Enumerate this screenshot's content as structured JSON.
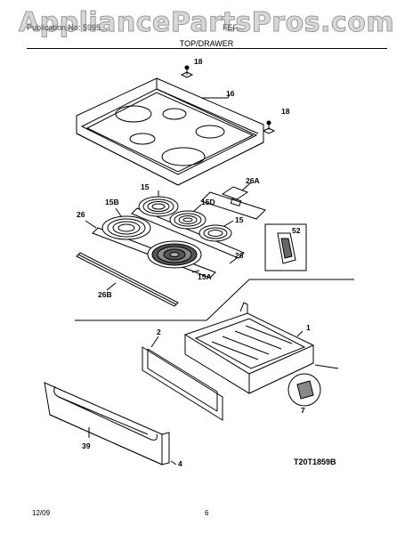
{
  "watermark": "AppliancePartsPros.com",
  "header": {
    "left": "Publication No: 5995...",
    "right": "FEF..."
  },
  "section_title": "TOP/DRAWER",
  "callouts": {
    "c18a": "18",
    "c16": "16",
    "c18b": "18",
    "c26A": "26A",
    "c15": "15",
    "c15B": "15B",
    "c15D": "15D",
    "c15b": "15",
    "c26": "26",
    "c52": "52",
    "c26r": "26",
    "c15A": "15A",
    "c26B": "26B",
    "c1": "1",
    "c2": "2",
    "c7": "7",
    "c39": "39",
    "c4": "4"
  },
  "drawing_code": "T20T1859B",
  "footer": {
    "date": "12/09",
    "page": "6"
  }
}
